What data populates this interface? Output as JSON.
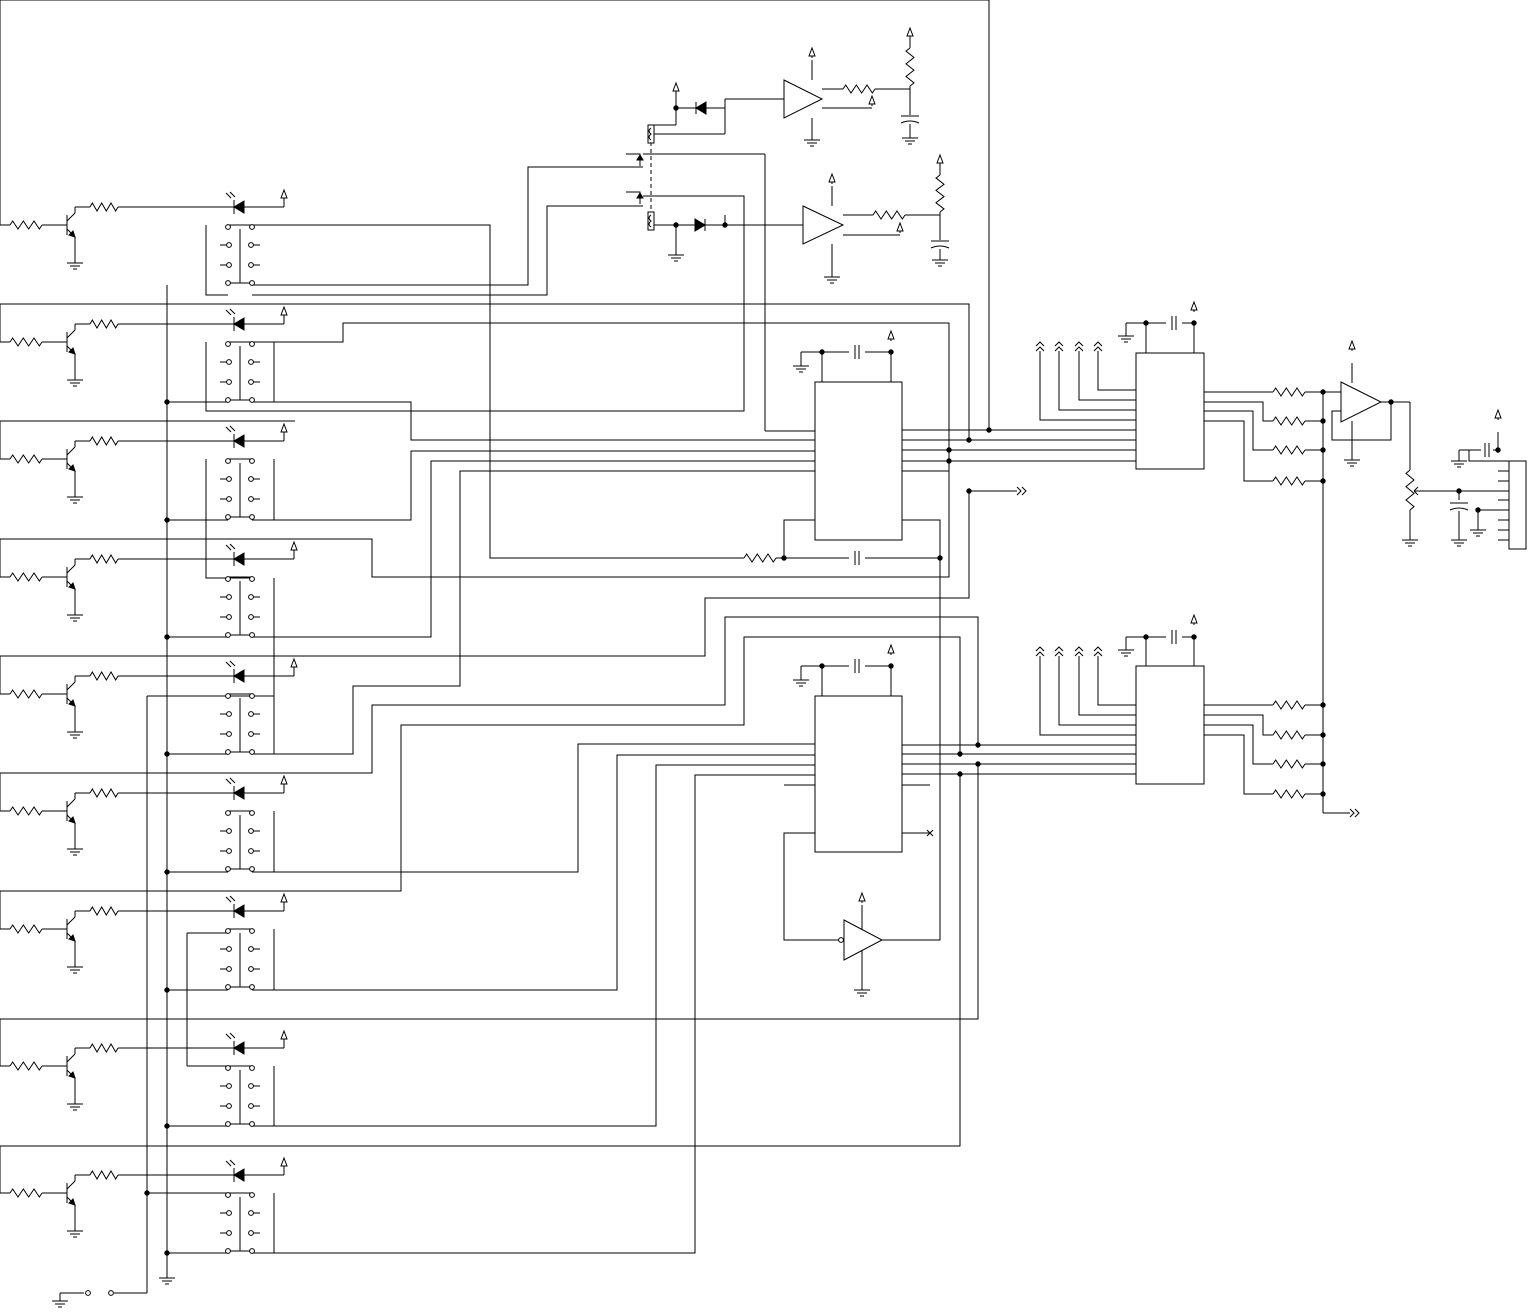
{
  "schematic": {
    "ink": "#000000",
    "background": "#ffffff",
    "symbols": [
      "resistor",
      "npn-transistor",
      "led",
      "relay",
      "ground",
      "supply-arrow",
      "capacitor",
      "op-amp",
      "diode",
      "optocoupler",
      "ic",
      "inverter",
      "potentiometer",
      "connector",
      "push-button",
      "net-arrow"
    ]
  }
}
